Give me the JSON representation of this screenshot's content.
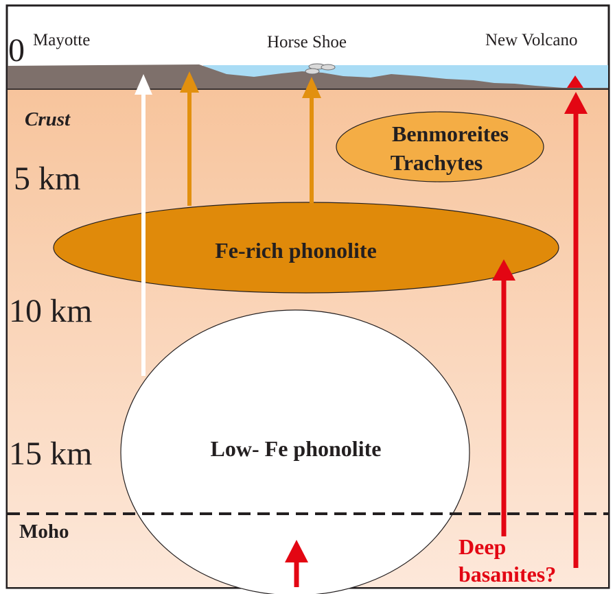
{
  "surface_labels": {
    "mayotte": "Mayotte",
    "horse_shoe": "Horse Shoe",
    "new_volcano": "New Volcano"
  },
  "depth_labels": {
    "zero": "0",
    "d5": "5 km",
    "d10": "10 km",
    "d15": "15 km"
  },
  "layer_labels": {
    "crust": "Crust",
    "moho": "Moho"
  },
  "reservoirs": {
    "benmoreites_line1": "Benmoreites",
    "benmoreites_line2": "Trachytes",
    "fe_rich": "Fe-rich phonolite",
    "low_fe": "Low- Fe phonolite"
  },
  "deep_source": {
    "line1": "Deep",
    "line2": "basanites?"
  },
  "colors": {
    "crust_top": "#f7c49c",
    "crust_bottom": "#fde6d6",
    "seafloor": "#7e706b",
    "sea": "#a9dcf5",
    "fe_rich": "#e08a0a",
    "benmoreites": "#f4ad45",
    "orange_arrow": "#e2900e",
    "red_arrow": "#e30613",
    "white_arrow": "#ffffff",
    "deep_text": "#e30613"
  }
}
